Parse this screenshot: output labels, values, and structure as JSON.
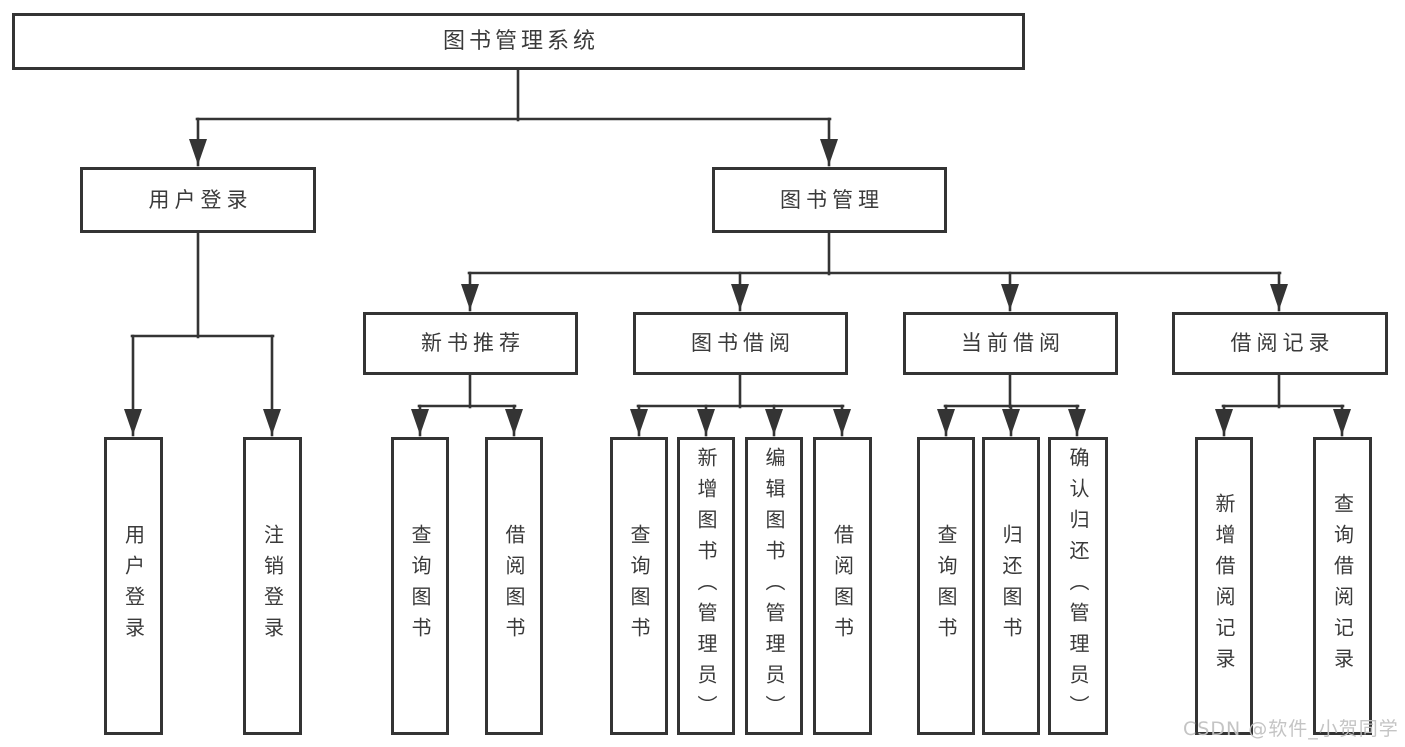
{
  "diagram_type": "functional-structure-tree",
  "colors": {
    "line": "#343434",
    "border": "#343434",
    "text": "#3a3a3a",
    "background": "#ffffff",
    "watermark": "#c1c1c1"
  },
  "tree": {
    "root": "图书管理系统",
    "children": [
      {
        "label": "用户登录",
        "children": [
          "用户登录",
          "注销登录"
        ]
      },
      {
        "label": "图书管理",
        "children": [
          {
            "label": "新书推荐",
            "children": [
              "查询图书",
              "借阅图书"
            ]
          },
          {
            "label": "图书借阅",
            "children": [
              "查询图书",
              "新增图书（管理员）",
              "编辑图书（管理员）",
              "借阅图书"
            ]
          },
          {
            "label": "当前借阅",
            "children": [
              "查询图书",
              "归还图书",
              "确认归还（管理员）"
            ]
          },
          {
            "label": "借阅记录",
            "children": [
              "新增借阅记录",
              "查询借阅记录"
            ]
          }
        ]
      }
    ]
  },
  "watermark": "CSDN @软件_小贺同学"
}
